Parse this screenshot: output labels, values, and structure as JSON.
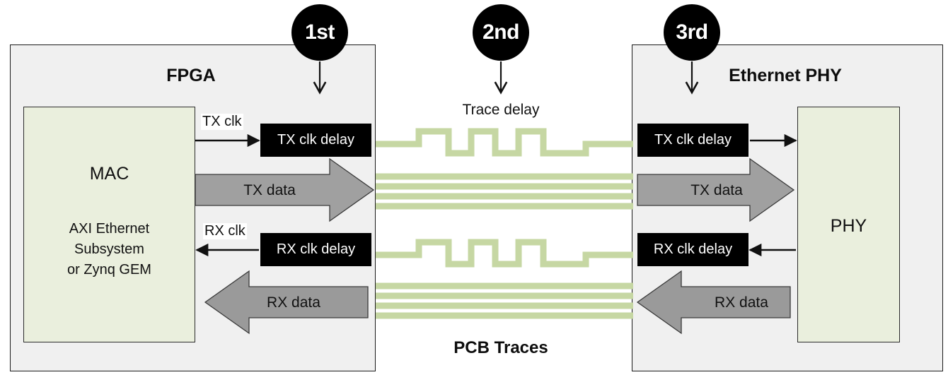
{
  "diagram": {
    "title_hidden": "",
    "colors": {
      "chip_fill": "#f0f0f0",
      "core_fill": "#eaefdd",
      "trace_green": "#c6d7a3",
      "delay_block": "#000000",
      "data_arrow": "#999999",
      "outline": "#1a1a1a"
    }
  },
  "badges": [
    {
      "label": "1st",
      "name": "badge-1st"
    },
    {
      "label": "2nd",
      "name": "badge-2nd"
    },
    {
      "label": "3rd",
      "name": "badge-3rd"
    }
  ],
  "fpga": {
    "title": "FPGA",
    "core": {
      "label": "MAC",
      "sub_lines": "AXI Ethernet\nSubsystem\nor Zynq GEM",
      "sub_line_1": "AXI Ethernet",
      "sub_line_2": "Subsystem",
      "sub_line_3": "or Zynq GEM"
    },
    "tx_clk_label": "TX clk",
    "tx_clk_delay": "TX clk delay",
    "tx_data": "TX data",
    "rx_clk_label": "RX clk",
    "rx_clk_delay": "RX clk delay",
    "rx_data": "RX data"
  },
  "middle": {
    "trace_delay_label": "Trace delay",
    "pcb_traces_label": "PCB Traces"
  },
  "phy": {
    "title": "Ethernet PHY",
    "core": {
      "label": "PHY"
    },
    "tx_clk_delay": "TX clk delay",
    "tx_data": "TX data",
    "rx_clk_delay": "RX clk delay",
    "rx_data": "RX data"
  }
}
